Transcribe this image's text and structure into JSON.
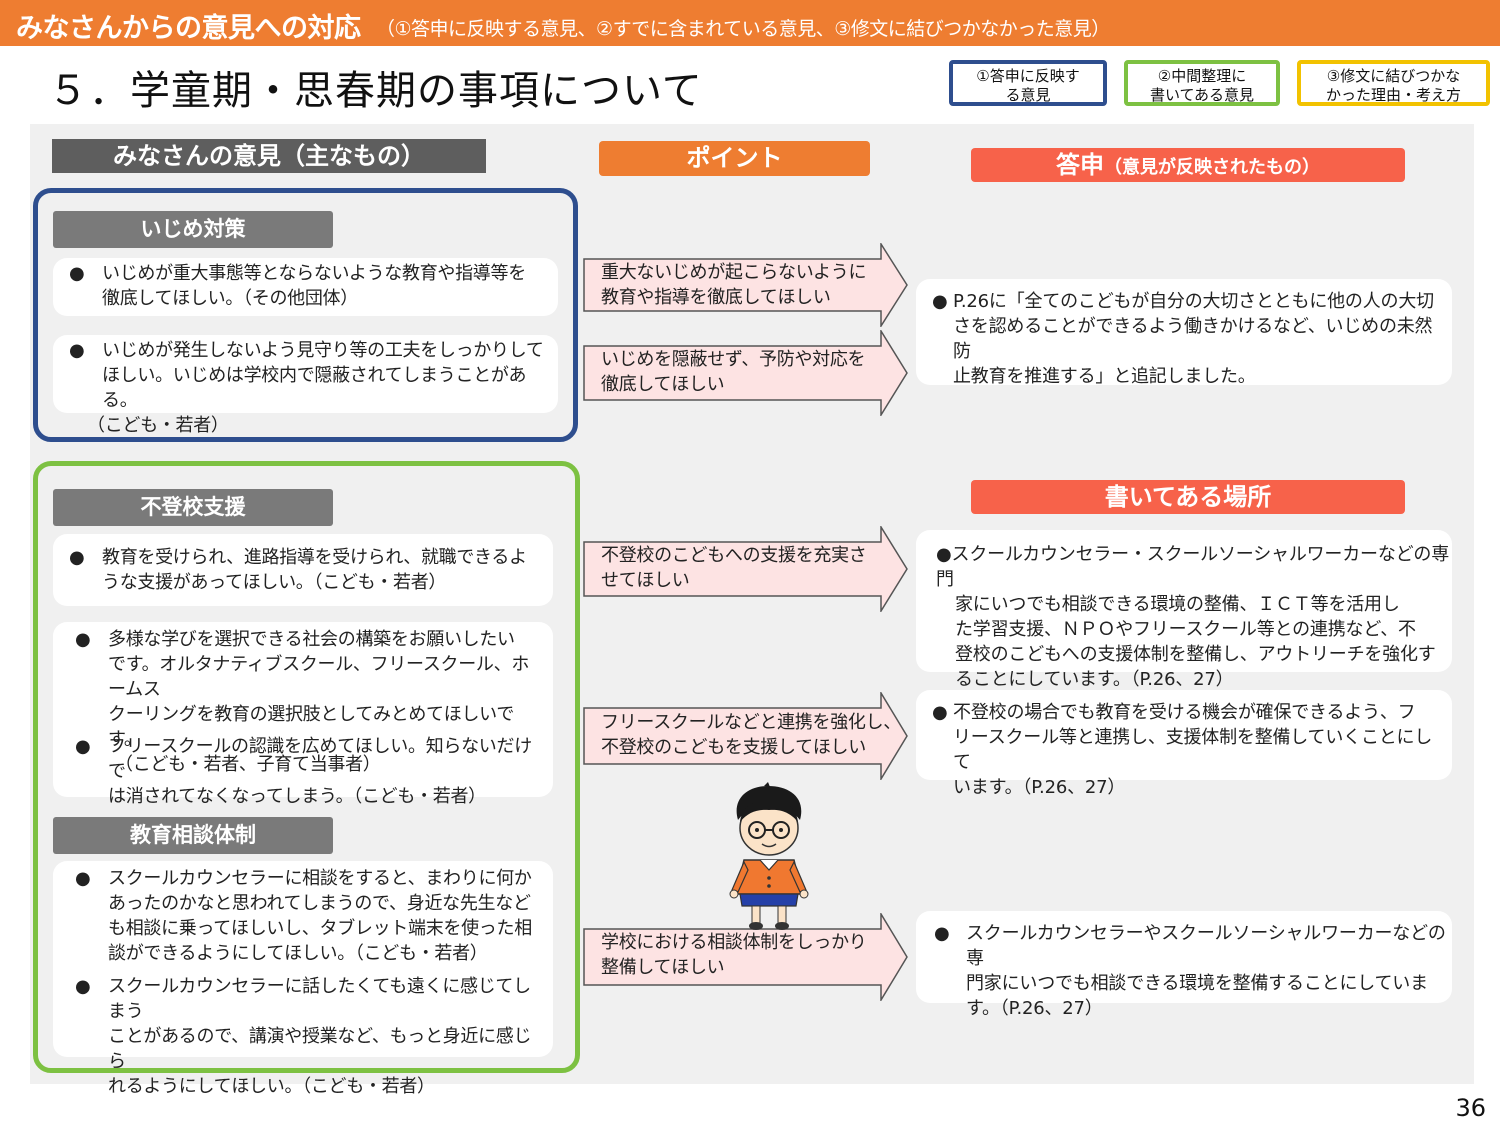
{
  "header": {
    "title": "みなさんからの意見への対応",
    "subtitle": "（①答申に反映する意見、②すでに含まれている意見、③修文に結びつかなかった意見）"
  },
  "page_title": "５．学童期・思春期の事項について",
  "legend": {
    "item1": [
      "①答申に反映す",
      "る意見"
    ],
    "item2": [
      "②中間整理に",
      "書いてある意見"
    ],
    "item3": [
      "③修文に結びつかな",
      "かった理由・考え方"
    ]
  },
  "columns": {
    "opinions": "みなさんの意見（主なもの）",
    "point": "ポイント",
    "report_main": "答申",
    "report_sub": "（意見が反映されたもの）",
    "location": "書いてある場所"
  },
  "sections": {
    "bullying": {
      "label": "いじめ対策",
      "opinions": [
        [
          "いじめが重大事態等とならないような教育や指導等を",
          "徹底してほしい。（その他団体）"
        ],
        [
          "いじめが発生しないよう見守り等の工夫をしっかりして",
          "ほしい。いじめは学校内で隠蔽されてしまうことがある。",
          "（こども・若者）"
        ]
      ],
      "points": [
        [
          "重大ないじめが起こらないように",
          "教育や指導を徹底してほしい"
        ],
        [
          "いじめを隠蔽せず、予防や対応を",
          "徹底してほしい"
        ]
      ],
      "report": [
        "P.26に「全てのこどもが自分の大切さとともに他の人の大切",
        "さを認めることができるよう働きかけるなど、いじめの未然防",
        "止教育を推進する」と追記しました。"
      ]
    },
    "futoko": {
      "label": "不登校支援",
      "opinions": [
        [
          "教育を受けられ、進路指導を受けられ、就職できるよ",
          "うな支援があってほしい。（こども・若者）"
        ],
        [
          "多様な学びを選択できる社会の構築をお願いしたい",
          "です。オルタナティブスクール、フリースクール、ホームス",
          "クーリングを教育の選択肢としてみとめてほしいです。",
          "（こども・若者、子育て当事者）"
        ],
        [
          "フリースクールの認識を広めてほしい。知らないだけで",
          "は消されてなくなってしまう。（こども・若者）"
        ]
      ],
      "points": [
        [
          "不登校のこどもへの支援を充実さ",
          "せてほしい"
        ],
        [
          "フリースクールなどと連携を強化し、",
          "不登校のこどもを支援してほしい"
        ]
      ],
      "locations": [
        [
          "スクールカウンセラー・スクールソーシャルワーカーなどの専門",
          "家にいつでも相談できる環境の整備、ＩＣＴ等を活用し",
          "た学習支援、ＮＰＯやフリースクール等との連携など、不",
          "登校のこどもへの支援体制を整備し、アウトリーチを強化す",
          "ることにしています。（P.26、27）"
        ],
        [
          "不登校の場合でも教育を受ける機会が確保できるよう、フ",
          "リースクール等と連携し、支援体制を整備していくことにして",
          "います。（P.26、27）"
        ]
      ]
    },
    "counsel": {
      "label": "教育相談体制",
      "opinions": [
        [
          "スクールカウンセラーに相談をすると、まわりに何か",
          "あったのかなと思われてしまうので、身近な先生など",
          "も相談に乗ってほしいし、タブレット端末を使った相",
          "談ができるようにしてほしい。（こども・若者）"
        ],
        [
          "スクールカウンセラーに話したくても遠くに感じてしまう",
          "ことがあるので、講演や授業など、もっと身近に感じら",
          "れるようにしてほしい。（こども・若者）"
        ]
      ],
      "points": [
        [
          "学校における相談体制をしっかり",
          "整備してほしい"
        ]
      ],
      "locations": [
        [
          "スクールカウンセラーやスクールソーシャルワーカーなどの専",
          "門家にいつでも相談できる環境を整備することにしていま",
          "す。（P.26、27）"
        ]
      ]
    }
  },
  "bullet": "●",
  "page_number": "36",
  "colors": {
    "orange": "#ee7d31",
    "red_orange": "#f7624a",
    "blue": "#2e4e8e",
    "green": "#7dc142",
    "yellow": "#f2c200",
    "arrow_fill": "#fde3e3",
    "gray_label": "#7a7a7a"
  },
  "icons": [
    "child-illustration-icon",
    "arrow-right-icon"
  ]
}
